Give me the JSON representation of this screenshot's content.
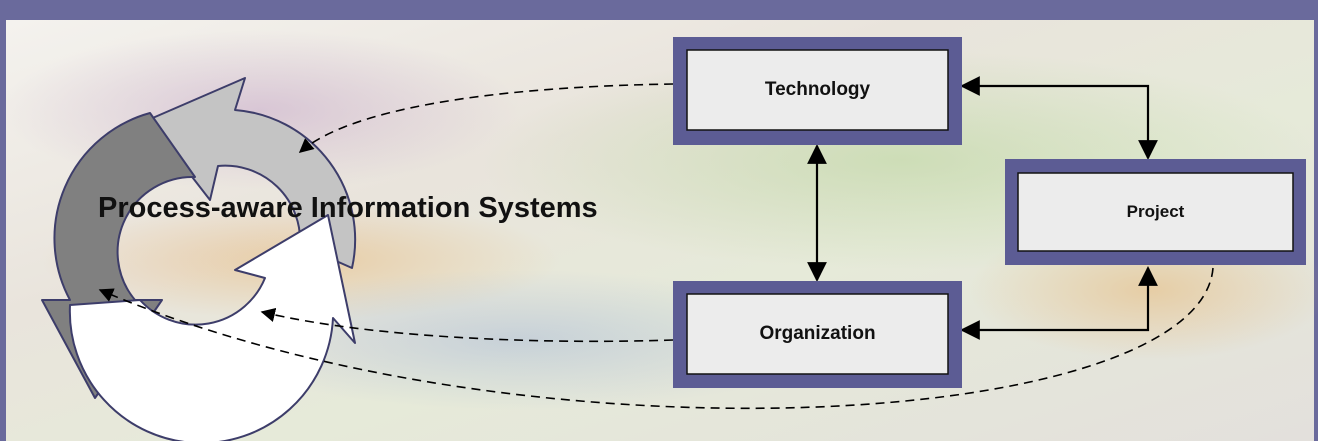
{
  "title": "Process-aware Information Systems",
  "boxes": {
    "technology": "Technology",
    "project": "Project",
    "organization": "Organization"
  },
  "colors": {
    "frame": "#6a6a9c",
    "box_border": "#5c5c94",
    "box_fill": "#ececec",
    "arrow_dark": "#808080",
    "arrow_light": "#c0c0c0",
    "arrow_white": "#ffffff"
  },
  "icons": [
    "cycle-arrows-icon"
  ]
}
